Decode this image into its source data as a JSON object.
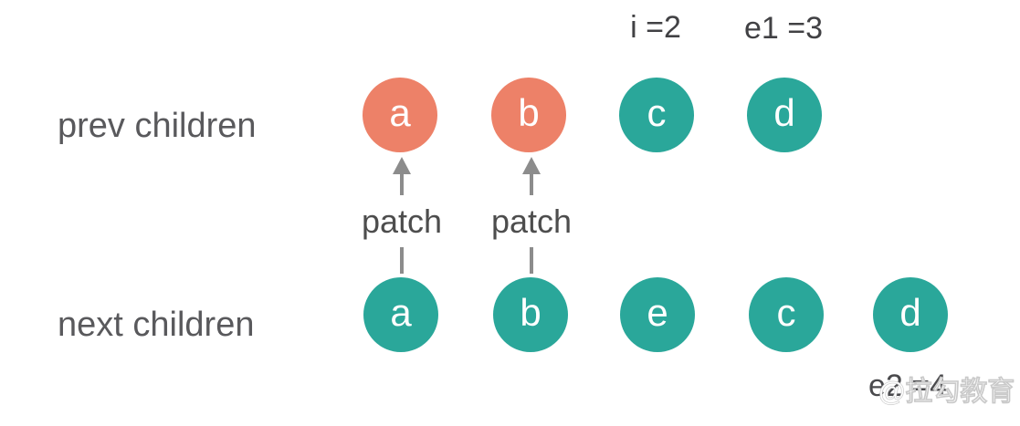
{
  "diagram": {
    "pointers": {
      "i": "i =2",
      "e1": "e1 =3",
      "e2": "e2 =4"
    },
    "prev_row": {
      "label": "prev children",
      "nodes": [
        {
          "text": "a",
          "color": "#ED8168"
        },
        {
          "text": "b",
          "color": "#ED8168"
        },
        {
          "text": "c",
          "color": "#2AA79A"
        },
        {
          "text": "d",
          "color": "#2AA79A"
        }
      ]
    },
    "next_row": {
      "label": "next children",
      "nodes": [
        {
          "text": "a",
          "color": "#2AA79A"
        },
        {
          "text": "b",
          "color": "#2AA79A"
        },
        {
          "text": "e",
          "color": "#2AA79A"
        },
        {
          "text": "c",
          "color": "#2AA79A"
        },
        {
          "text": "d",
          "color": "#2AA79A"
        }
      ]
    },
    "patch_arrows": [
      {
        "label": "patch"
      },
      {
        "label": "patch"
      }
    ],
    "watermark": "@拉勾教育",
    "colors": {
      "changed_node": "#ED8168",
      "unchanged_node": "#2AA79A",
      "arrow": "#8C8C8C",
      "row_label_text": "#59595C",
      "pointer_text": "#414144",
      "patch_text": "#4D4D4D",
      "box_background": "#FFFFFF"
    }
  }
}
